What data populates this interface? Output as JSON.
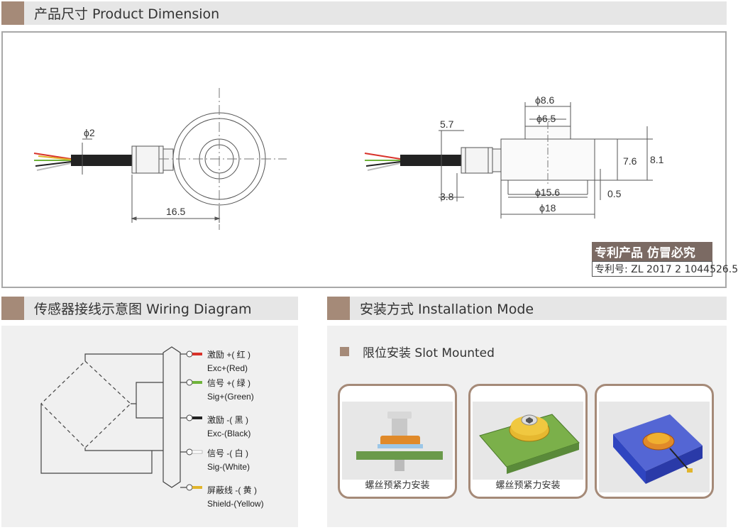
{
  "sections": {
    "product_dimension": "产品尺寸 Product Dimension",
    "wiring_diagram": "传感器接线示意图 Wiring Diagram",
    "installation_mode": "安装方式 Installation Mode"
  },
  "dimensions": {
    "cable_dia": "ϕ2",
    "cable_len": "16.5",
    "d86": "ϕ8.6",
    "d65": "ϕ6.5",
    "h57": "5.7",
    "h38": "3.8",
    "h76": "7.6",
    "h81": "8.1",
    "d156": "ϕ15.6",
    "h05": "0.5",
    "d18": "ϕ18"
  },
  "patent": {
    "slogan": "专利产品 仿冒必究",
    "number": "专利号: ZL 2017 2 1044526.5"
  },
  "wires": [
    {
      "cn": "激励 +( 红 )",
      "en": "Exc+(Red)",
      "color": "#d8322a"
    },
    {
      "cn": "信号 +( 绿 )",
      "en": "Sig+(Green)",
      "color": "#6fb33a"
    },
    {
      "cn": "激励 -( 黑 )",
      "en": "Exc-(Black)",
      "color": "#222222"
    },
    {
      "cn": "信号 -( 白 )",
      "en": "Sig-(White)",
      "color": "#f4f4f4"
    },
    {
      "cn": "屏蔽线 -( 黄 )",
      "en": "Shield-(Yellow)",
      "color": "#e1b52c"
    }
  ],
  "installation": {
    "subtitle": "限位安装 Slot Mounted",
    "cards": [
      {
        "caption": "螺丝预紧力安装"
      },
      {
        "caption": "螺丝预紧力安装"
      },
      {
        "caption": ""
      }
    ]
  },
  "colors": {
    "accent": "#a58a78",
    "header_bg": "#e6e6e6",
    "panel_border": "#a8a8a8"
  }
}
